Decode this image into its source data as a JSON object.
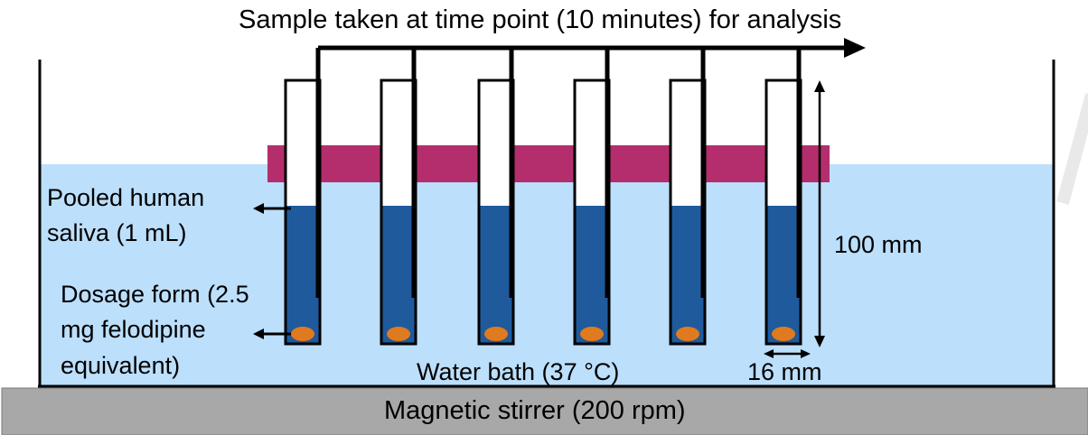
{
  "title": "Sample taken at time point (10 minutes) for analysis",
  "labels": {
    "saliva_line1": "Pooled human",
    "saliva_line2": "saliva (1 mL)",
    "dosage_line1": "Dosage form (2.5",
    "dosage_line2": "mg felodipine",
    "dosage_line3": "equivalent)",
    "water_bath": "Water bath (37 °C)",
    "height": "100 mm",
    "width": "16 mm",
    "stirrer": "Magnetic stirrer (200 rpm)"
  },
  "tube_count": 6,
  "colors": {
    "water": "#bcdffb",
    "saliva": "#1f5a9c",
    "tablet": "#e07a1f",
    "holder": "#b42e6d",
    "stirrer": "#a8a8a8",
    "stroke": "#000000"
  }
}
